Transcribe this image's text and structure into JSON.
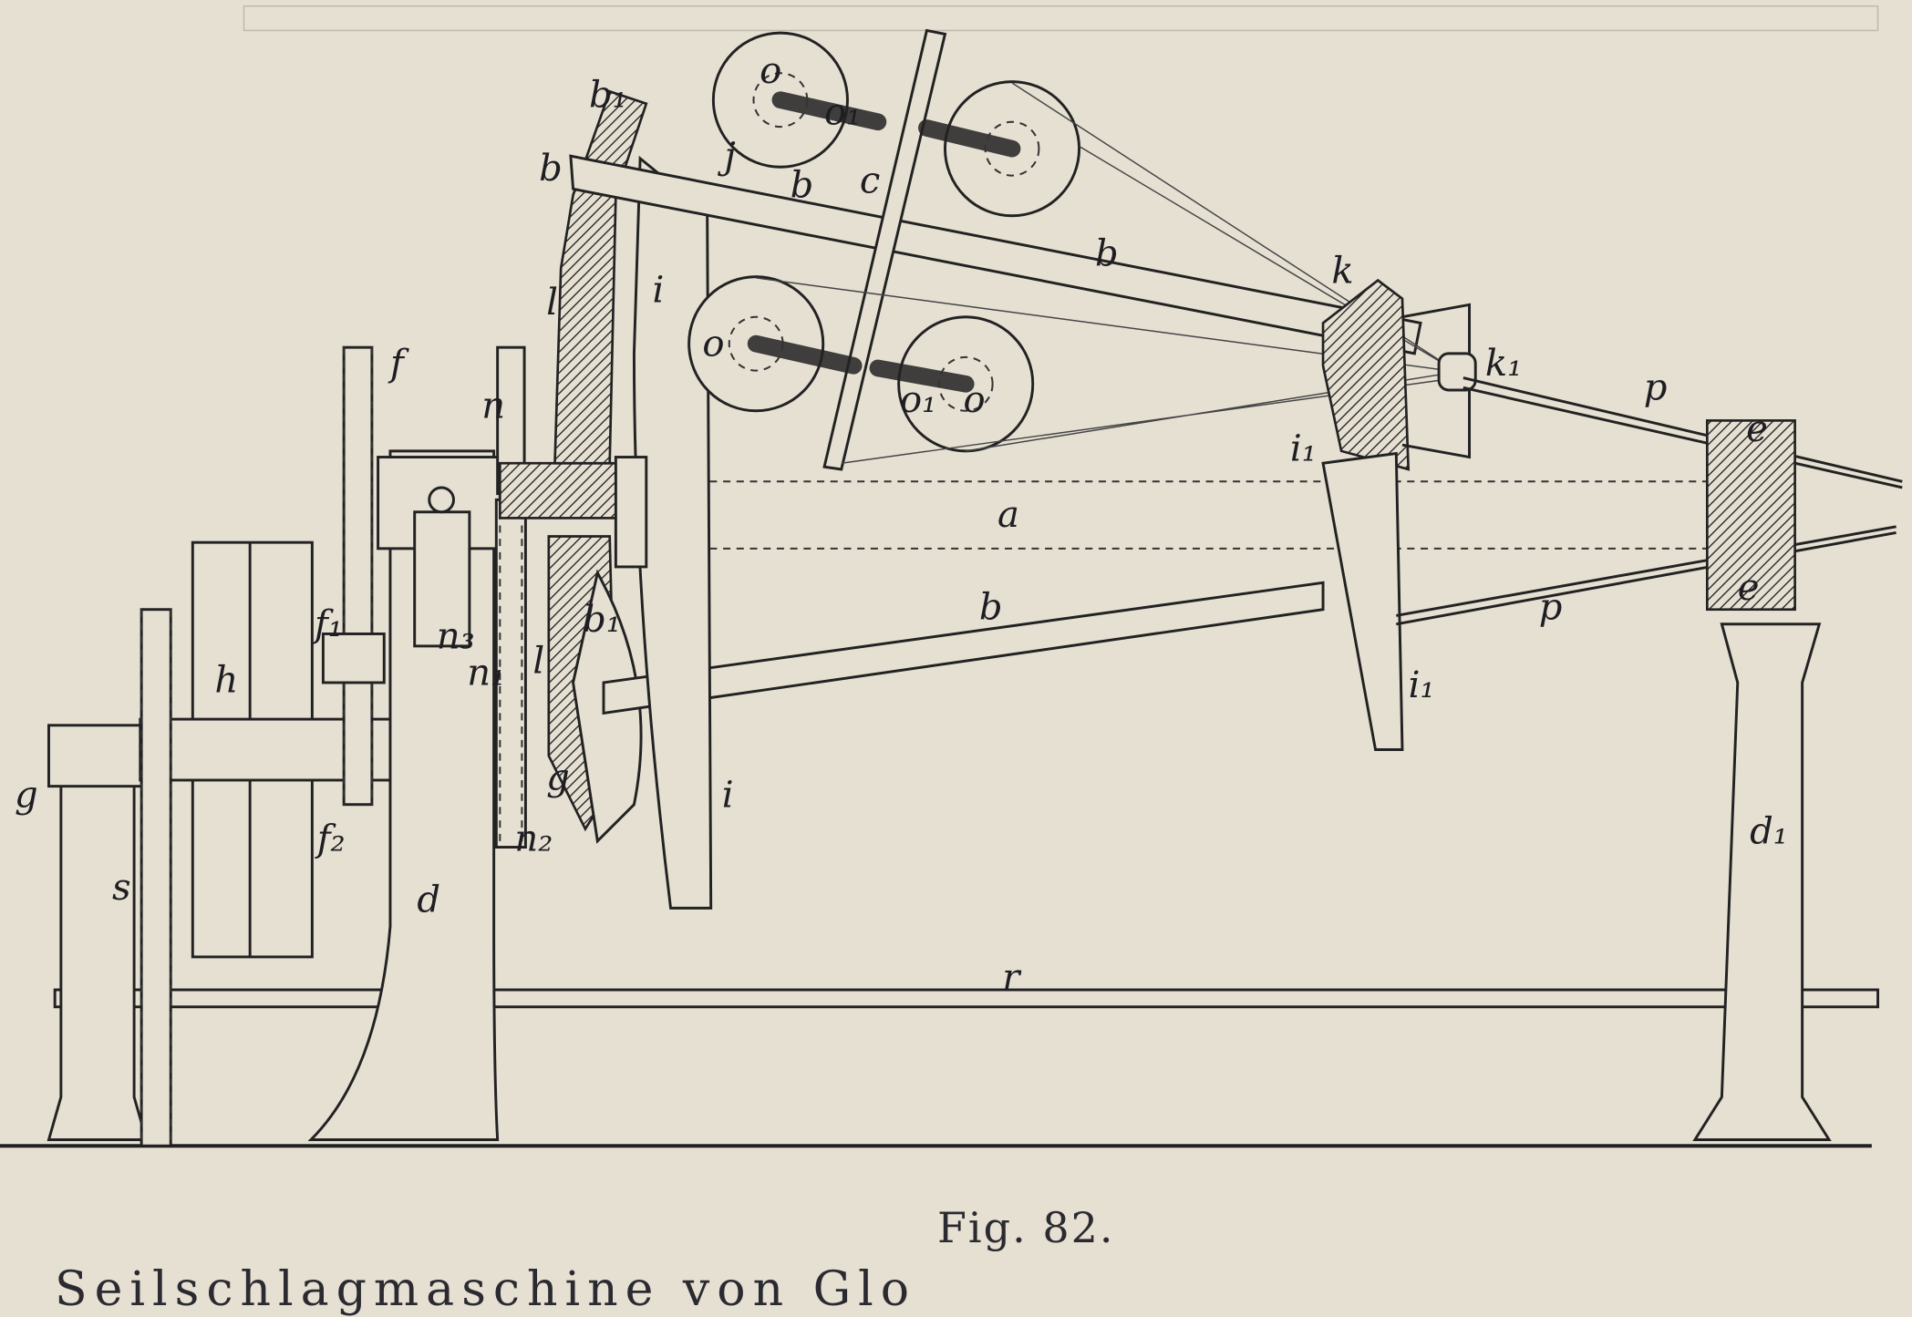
{
  "figure": {
    "caption": "Fig. 82.",
    "following_text": "Seilschlagmaschine von Glo",
    "labels": {
      "b1_top": "b₁",
      "b_left": "b",
      "j": "j",
      "c": "c",
      "b_mid": "b",
      "b_arm": "b",
      "k": "k",
      "l_top": "l",
      "i_top": "i",
      "f": "f",
      "n": "n",
      "o_tl": "o",
      "o1_t": "o₁",
      "o_bl": "o",
      "o1_b": "o₁",
      "o_br": "o",
      "k1": "k₁",
      "p_top": "p",
      "e_top": "e",
      "i1_top": "i₁",
      "a": "a",
      "b_low": "b",
      "p_low": "p",
      "e_low": "e",
      "b1_low": "b₁",
      "h": "h",
      "f1": "f₁",
      "n3": "n₃",
      "n1": "n₁",
      "l_low": "l",
      "i1_low": "i₁",
      "g_left": "g",
      "g_mid": "g",
      "i_low": "i",
      "f2": "f₂",
      "n2": "n₂",
      "d": "d",
      "d1": "d₁",
      "s": "s",
      "r": "r"
    }
  }
}
